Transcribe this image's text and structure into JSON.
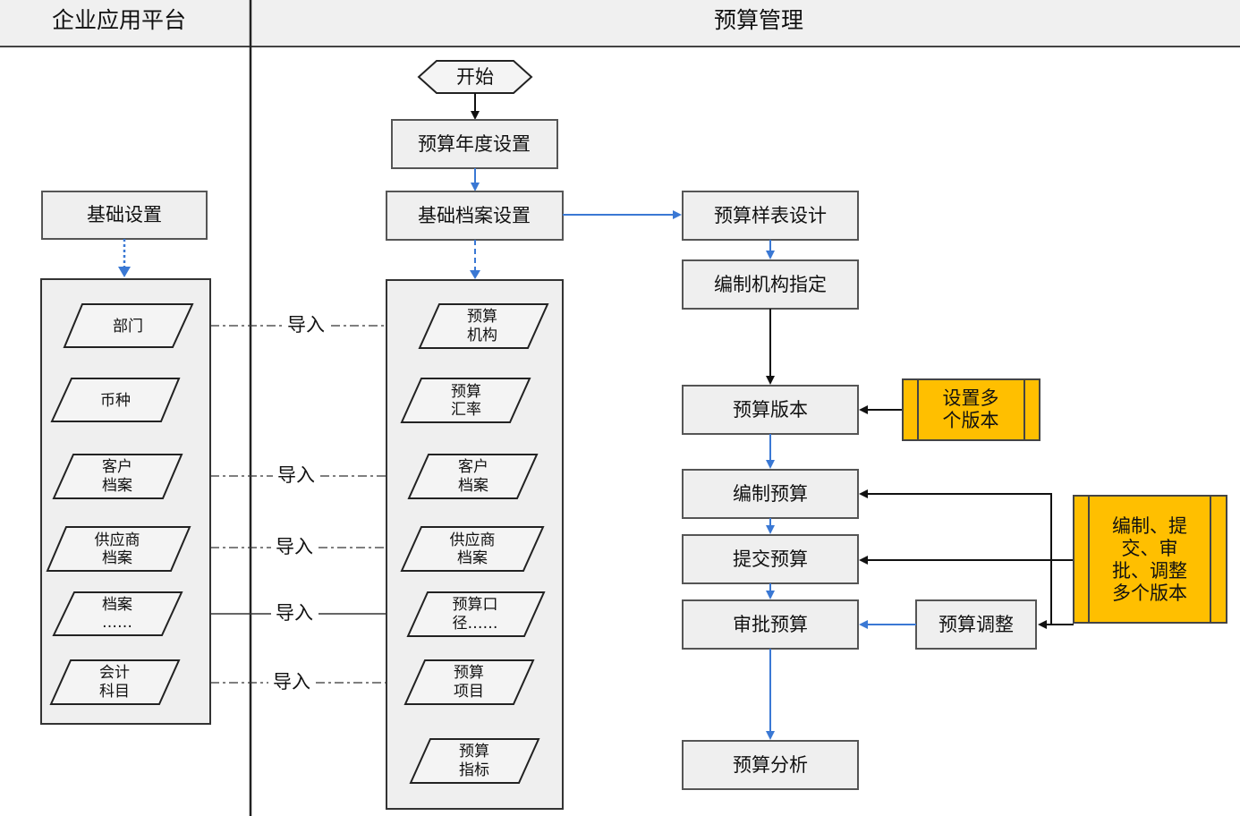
{
  "header": {
    "left_title": "企业应用平台",
    "right_title": "预算管理"
  },
  "platform": {
    "basic_settings": "基础设置",
    "items": [
      {
        "line1": "部门"
      },
      {
        "line1": "币种"
      },
      {
        "line1": "客户",
        "line2": "档案"
      },
      {
        "line1": "供应商",
        "line2": "档案"
      },
      {
        "line1": "档案",
        "line2": "……"
      },
      {
        "line1": "会计",
        "line2": "科目"
      }
    ]
  },
  "budget": {
    "start": "开始",
    "year_setting": "预算年度设置",
    "archive_setting": "基础档案设置",
    "archive_items": [
      {
        "line1": "预算",
        "line2": "机构"
      },
      {
        "line1": "预算",
        "line2": "汇率"
      },
      {
        "line1": "客户",
        "line2": "档案"
      },
      {
        "line1": "供应商",
        "line2": "档案"
      },
      {
        "line1": "预算口",
        "line2": "径……"
      },
      {
        "line1": "预算",
        "line2": "项目"
      },
      {
        "line1": "预算",
        "line2": "指标"
      }
    ],
    "steps": {
      "template_design": "预算样表设计",
      "org_assign": "编制机构指定",
      "version": "预算版本",
      "compile": "编制预算",
      "submit": "提交预算",
      "approve": "审批预算",
      "adjust": "预算调整",
      "analysis": "预算分析"
    },
    "notes": {
      "multi_version": [
        "设置多",
        "个版本"
      ],
      "multi_flow": [
        "编制、提",
        "交、审",
        "批、调整",
        "多个版本"
      ]
    }
  },
  "import_label": "导入"
}
